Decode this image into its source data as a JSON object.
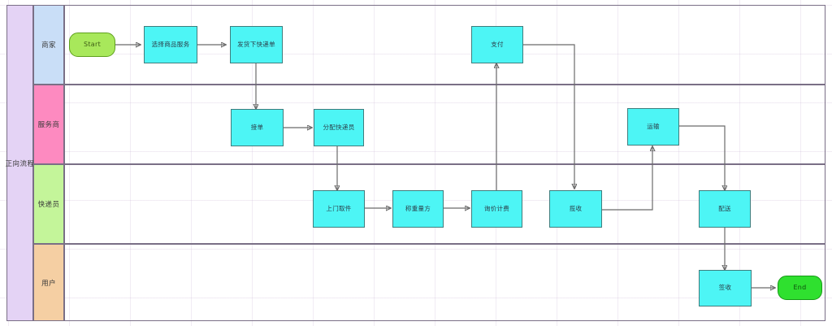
{
  "diagram": {
    "title": "正向流程",
    "pool_label": "正向流程",
    "lanes": [
      {
        "id": "merchant",
        "label": "商家",
        "color": "#c9def7"
      },
      {
        "id": "provider",
        "label": "服务商",
        "color": "#fd8ac0"
      },
      {
        "id": "courier",
        "label": "快递员",
        "color": "#c4f59a"
      },
      {
        "id": "customer",
        "label": "用户",
        "color": "#f5cfa3"
      }
    ],
    "colors": {
      "pool_header": "#e4d3f5",
      "node_fill": "#4df5f5",
      "node_stroke": "#3f7d7d",
      "start_fill": "#a8e85b",
      "end_fill": "#2fe02f",
      "border": "#7a6f86",
      "connector": "#6b6b6b",
      "background": "#ffffff"
    },
    "nodes": [
      {
        "id": "start",
        "label": "Start",
        "lane": "merchant",
        "shape": "terminator"
      },
      {
        "id": "select_goods",
        "label": "选择商品服务",
        "lane": "merchant",
        "shape": "process"
      },
      {
        "id": "ship_order",
        "label": "发货下快递单",
        "lane": "merchant",
        "shape": "process"
      },
      {
        "id": "pay",
        "label": "支付",
        "lane": "merchant",
        "shape": "process"
      },
      {
        "id": "accept_order",
        "label": "接单",
        "lane": "provider",
        "shape": "process"
      },
      {
        "id": "assign",
        "label": "分配快递员",
        "lane": "provider",
        "shape": "process"
      },
      {
        "id": "transport",
        "label": "运输",
        "lane": "provider",
        "shape": "process"
      },
      {
        "id": "pickup_door",
        "label": "上门取件",
        "lane": "courier",
        "shape": "process"
      },
      {
        "id": "weigh",
        "label": "称重量方",
        "lane": "courier",
        "shape": "process"
      },
      {
        "id": "quote",
        "label": "询价计费",
        "lane": "courier",
        "shape": "process"
      },
      {
        "id": "collect",
        "label": "揽收",
        "lane": "courier",
        "shape": "process"
      },
      {
        "id": "deliver",
        "label": "配送",
        "lane": "courier",
        "shape": "process"
      },
      {
        "id": "sign",
        "label": "签收",
        "lane": "customer",
        "shape": "process"
      },
      {
        "id": "end",
        "label": "End",
        "lane": "customer",
        "shape": "terminator"
      }
    ],
    "edges": [
      {
        "from": "start",
        "to": "select_goods"
      },
      {
        "from": "select_goods",
        "to": "ship_order"
      },
      {
        "from": "ship_order",
        "to": "accept_order"
      },
      {
        "from": "accept_order",
        "to": "assign"
      },
      {
        "from": "assign",
        "to": "pickup_door"
      },
      {
        "from": "pickup_door",
        "to": "weigh"
      },
      {
        "from": "weigh",
        "to": "quote"
      },
      {
        "from": "quote",
        "to": "pay"
      },
      {
        "from": "pay",
        "to": "collect"
      },
      {
        "from": "collect",
        "to": "transport"
      },
      {
        "from": "transport",
        "to": "deliver"
      },
      {
        "from": "deliver",
        "to": "sign"
      },
      {
        "from": "sign",
        "to": "end"
      }
    ]
  }
}
